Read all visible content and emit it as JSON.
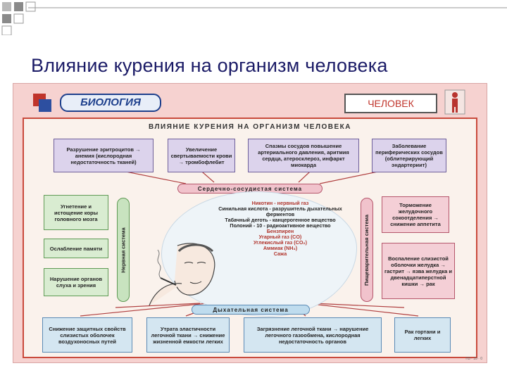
{
  "slide": {
    "title": "Влияние курения на организм человека"
  },
  "header": {
    "subject_label": "БИОЛОГИЯ",
    "section_label": "ЧЕЛОВЕК"
  },
  "poster": {
    "title": "ВЛИЯНИЕ КУРЕНИЯ НА ОРГАНИЗМ ЧЕЛОВЕКА",
    "top_boxes": [
      "Разрушение эритроцитов → анемия (кислородная недостаточность тканей)",
      "Увеличение свертываемости крови → тромбофлебит",
      "Спазмы сосудов повышение артериального давления, аритмия сердца, атеросклероз, инфаркт миокарда",
      "Заболевание периферических сосудов (облитерирующий эндартериит)"
    ],
    "cardio_bar": "Сердечно-сосудистая система",
    "nervous_bar": "Нервная система",
    "nervous_boxes": [
      "Угнетение и истощение коры головного мозга",
      "Ослабление памяти",
      "Нарушение органов слуха и зрения"
    ],
    "digestive_bar": "Пищеварительная система",
    "digestive_boxes": [
      "Торможение желудочного сокоотделения → снижение аппетита",
      "Воспаление слизистой оболочки желудка → гастрит → язва желудка и двенадцатиперстной кишки → рак"
    ],
    "substances": [
      "Никотин - нервный газ",
      "Синильная кислота - разрушитель дыхательных ферментов",
      "Табачный деготь - канцерогенное вещество",
      "Полоний - 10 - радиоактивное вещество",
      "Бензпирен",
      "Угарный газ (CO)",
      "Углекислый газ (CO₂)",
      "Аммиак (NH₃)",
      "Сажа"
    ],
    "respiratory_bar": "Дыхательная система",
    "bottom_boxes": [
      "Снижение защитных свойств слизистых оболочек воздухоносных путей",
      "Утрата эластичности легочной ткани → снижение жизненной емкости легких",
      "Загрязнение легочной ткани → нарушение легочного газообмена, кислородная недостаточность органов",
      "Рак гортани и легких"
    ],
    "footer_code": "Н3 · 10 · 0"
  },
  "colors": {
    "title_color": "#1a1a66",
    "poster_bg": "#f6d2d0",
    "frame_red": "#c94a3c",
    "bar_pink": "#f1c3cc",
    "bar_green": "#c8e3bf",
    "bar_blue": "#bfdcee"
  },
  "icons": [
    "corner-squares-icon",
    "logo-icon",
    "human-figure-icon",
    "smoker-illustration"
  ]
}
